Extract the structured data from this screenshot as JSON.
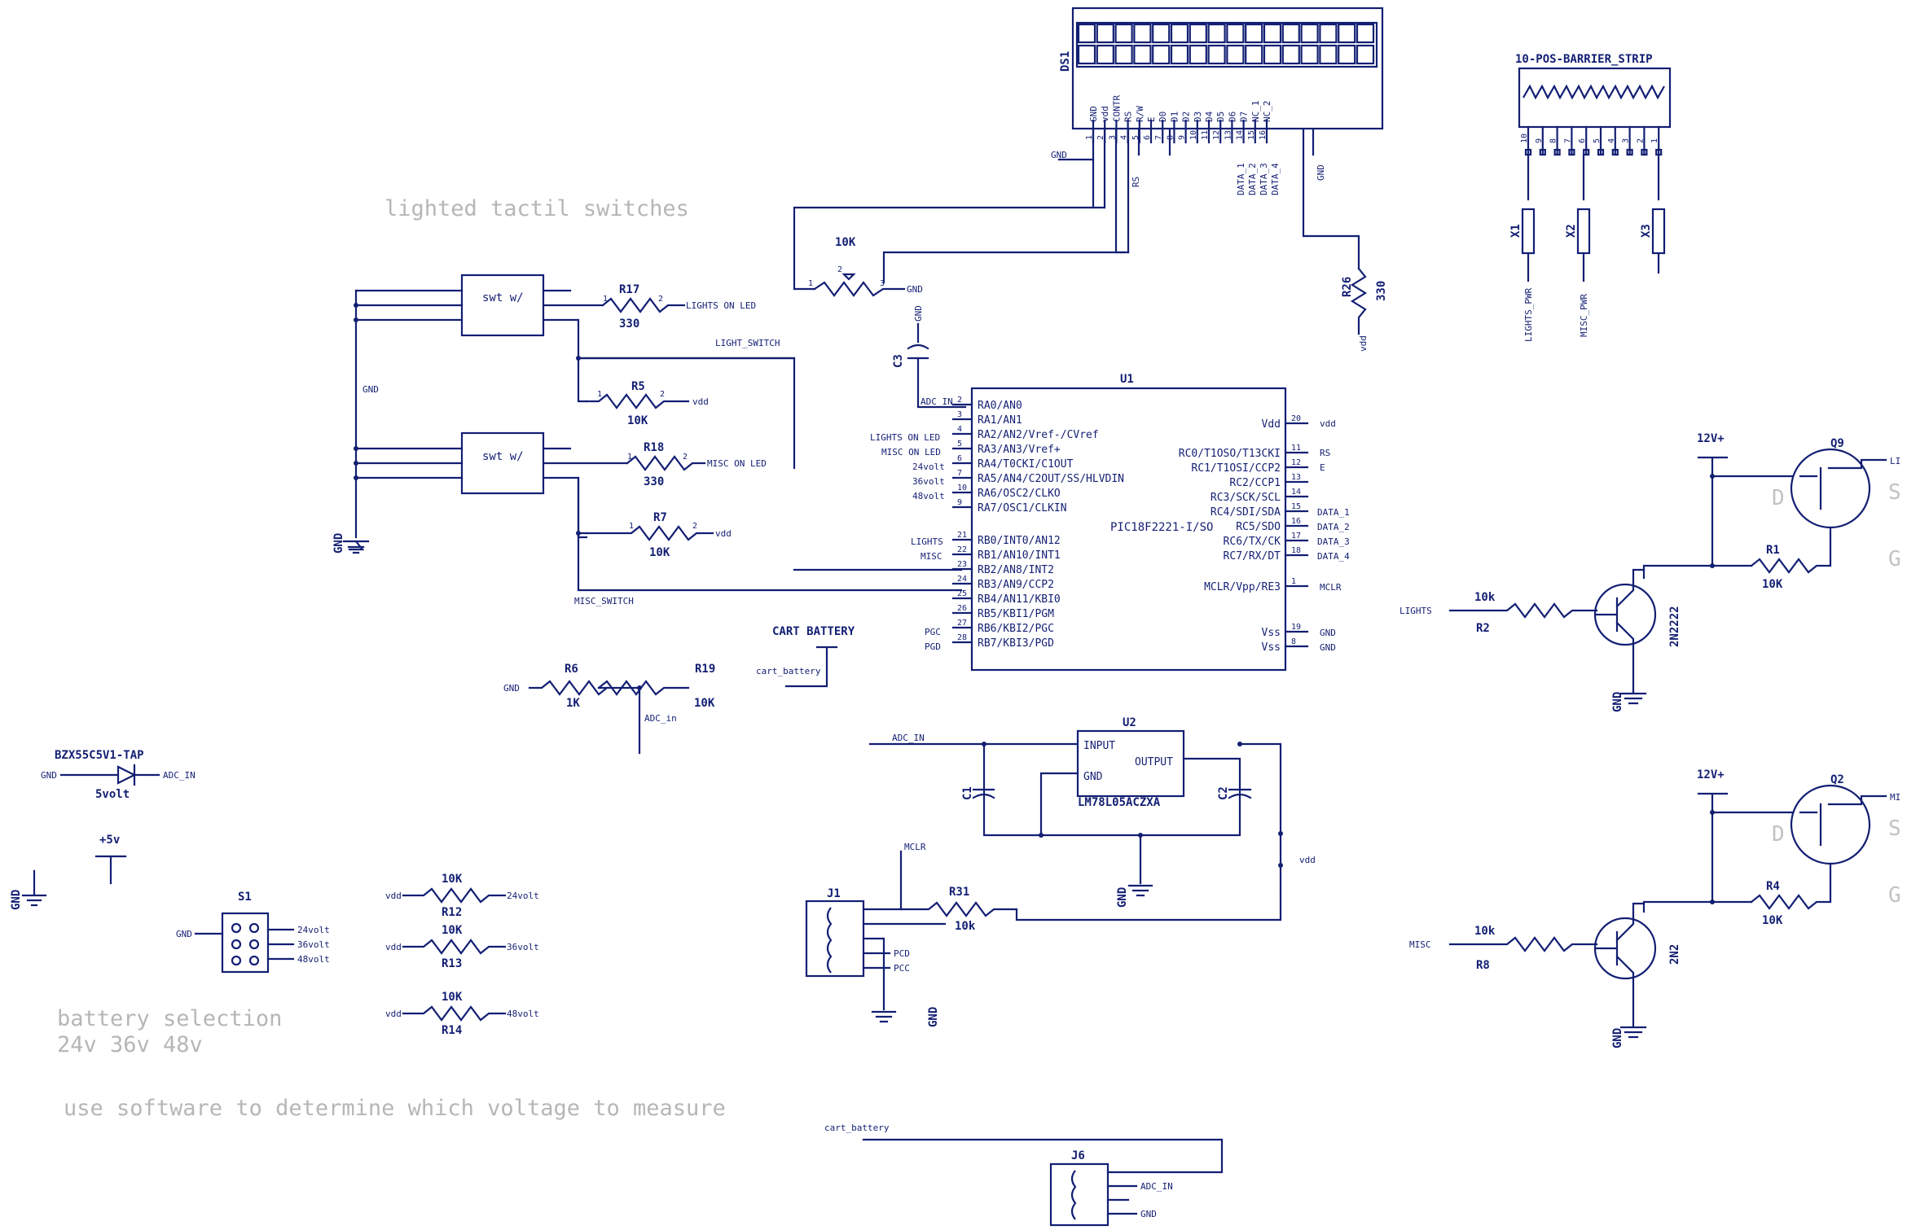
{
  "colors": {
    "wire": "#131f73",
    "comment": "#b6b6b6",
    "background": "#ffffff"
  },
  "comments": {
    "lighted": "lighted tactil switches",
    "battery1": "battery selection",
    "battery2": "24v 36v 48v",
    "software": "use software to determine which voltage to measure"
  },
  "nets": {
    "gnd": "GND",
    "vdd": "vdd",
    "v5": "+5v",
    "v12": "12V+",
    "adc_in": "ADC_IN",
    "adc_in_lc": "ADC_in",
    "cart_battery": "cart_battery",
    "cart_battery_label": "CART BATTERY",
    "lights_on_led": "LIGHTS ON LED",
    "lights_on_led_small": "LIGHTS ON LED",
    "misc_on_led": "MISC ON LED",
    "misc_on_led_small": "MISC ON LED",
    "light_switch": "LIGHT_SWITCH",
    "misc_switch": "MISC_SWITCH",
    "lights": "LIGHTS",
    "misc": "MISC",
    "v24": "24volt",
    "v36": "36volt",
    "v48": "48volt",
    "pcd": "PCD",
    "pcc": "PCC",
    "pgc": "PGC",
    "pgd": "PGD",
    "mclr": "MCLR",
    "rs": "RS",
    "e": "E",
    "data1": "DATA_1",
    "data2": "DATA_2",
    "data3": "DATA_3",
    "data4": "DATA_4",
    "lights_pwr": "LIGHTS_PWR",
    "misc_pwr": "MISC_PWR",
    "li": "LI",
    "mi": "MI"
  },
  "lcd": {
    "ref": "DS1",
    "pins": [
      "GND",
      "vdd",
      "CONTR",
      "RS",
      "R/W",
      "E",
      "D0",
      "D1",
      "D2",
      "D3",
      "D4",
      "D5",
      "D6",
      "D7",
      "NC_1",
      "NC_2"
    ],
    "numbers": [
      "1",
      "2",
      "3",
      "4",
      "5",
      "6",
      "7",
      "8",
      "9",
      "10",
      "11",
      "12",
      "13",
      "14",
      "15",
      "16"
    ]
  },
  "barrier": {
    "ref": "10-POS-BARRIER_STRIP",
    "pins": [
      "10",
      "9",
      "8",
      "7",
      "6",
      "5",
      "4",
      "3",
      "2",
      "1"
    ]
  },
  "connectors": {
    "x1": "X1",
    "x2": "X2",
    "x3": "X3",
    "j1": "J1",
    "j6": "J6",
    "s1": "S1"
  },
  "mcu": {
    "ref": "U1",
    "part": "PIC18F2221-I/SO",
    "left_pins": [
      {
        "num": "2",
        "name": "RA0/AN0"
      },
      {
        "num": "3",
        "name": "RA1/AN1"
      },
      {
        "num": "4",
        "name": "RA2/AN2/Vref-/CVref"
      },
      {
        "num": "5",
        "name": "RA3/AN3/Vref+"
      },
      {
        "num": "6",
        "name": "RA4/T0CKI/C1OUT"
      },
      {
        "num": "7",
        "name": "RA5/AN4/C2OUT/SS/HLVDIN"
      },
      {
        "num": "10",
        "name": "RA6/OSC2/CLKO"
      },
      {
        "num": "9",
        "name": "RA7/OSC1/CLKIN"
      },
      {
        "num": "21",
        "name": "RB0/INT0/AN12"
      },
      {
        "num": "22",
        "name": "RB1/AN10/INT1"
      },
      {
        "num": "23",
        "name": "RB2/AN8/INT2"
      },
      {
        "num": "24",
        "name": "RB3/AN9/CCP2"
      },
      {
        "num": "25",
        "name": "RB4/AN11/KBI0"
      },
      {
        "num": "26",
        "name": "RB5/KBI1/PGM"
      },
      {
        "num": "27",
        "name": "RB6/KBI2/PGC"
      },
      {
        "num": "28",
        "name": "RB7/KBI3/PGD"
      }
    ],
    "right_pins": [
      {
        "num": "20",
        "name": "Vdd"
      },
      {
        "num": "11",
        "name": "RC0/T1OSO/T13CKI"
      },
      {
        "num": "12",
        "name": "RC1/T1OSI/CCP2"
      },
      {
        "num": "13",
        "name": "RC2/CCP1"
      },
      {
        "num": "14",
        "name": "RC3/SCK/SCL"
      },
      {
        "num": "15",
        "name": "RC4/SDI/SDA"
      },
      {
        "num": "16",
        "name": "RC5/SDO"
      },
      {
        "num": "17",
        "name": "RC6/TX/CK"
      },
      {
        "num": "18",
        "name": "RC7/RX/DT"
      },
      {
        "num": "1",
        "name": "MCLR/Vpp/RE3"
      },
      {
        "num": "19",
        "name": "Vss"
      },
      {
        "num": "8",
        "name": "Vss"
      }
    ]
  },
  "regulator": {
    "ref": "U2",
    "part": "LM78L05ACZXA",
    "input": "INPUT",
    "output": "OUTPUT",
    "gnd": "GND"
  },
  "switch": {
    "label": "swt w/"
  },
  "resistors": {
    "r17": {
      "ref": "R17",
      "val": "330"
    },
    "r5": {
      "ref": "R5",
      "val": "10K"
    },
    "r18": {
      "ref": "R18",
      "val": "330"
    },
    "r7": {
      "ref": "R7",
      "val": "10K"
    },
    "r6": {
      "ref": "R6",
      "val": "1K"
    },
    "r19": {
      "ref": "R19",
      "val": "10K"
    },
    "r26": {
      "ref": "R26",
      "val": "330"
    },
    "pot": {
      "val": "10K"
    },
    "r12": {
      "ref": "R12",
      "val": "10K"
    },
    "r13": {
      "ref": "R13",
      "val": "10K"
    },
    "r14": {
      "ref": "R14",
      "val": "10K"
    },
    "r31": {
      "ref": "R31",
      "val": "10k"
    },
    "r1": {
      "ref": "R1",
      "val": "10K"
    },
    "r2": {
      "ref": "R2",
      "val": "10k"
    },
    "r4": {
      "ref": "R4",
      "val": "10K"
    },
    "r8": {
      "ref": "R8",
      "val": "10k"
    }
  },
  "caps": {
    "c1": "C1",
    "c2": "C2",
    "c3": "C3"
  },
  "diode": {
    "part": "BZX55C5V1-TAP",
    "val": "5volt"
  },
  "transistors": {
    "q9": "Q9",
    "q2": "Q2",
    "t1": "2N2222",
    "t2": "2N2"
  },
  "mosfet_pins": {
    "d": "D",
    "s": "S",
    "g": "G"
  }
}
